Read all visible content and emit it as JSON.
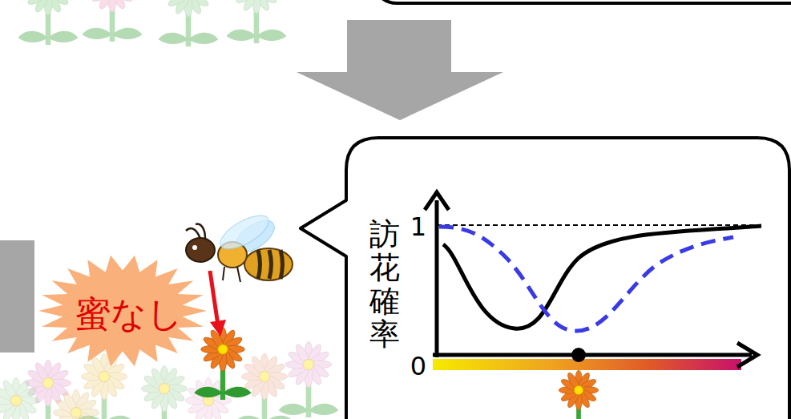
{
  "diagram": {
    "nodes": [
      {
        "text": [
          "訪花確率",
          "1",
          "0"
        ]
      },
      {
        "text": [
          "蜜なし"
        ]
      }
    ]
  }
}
